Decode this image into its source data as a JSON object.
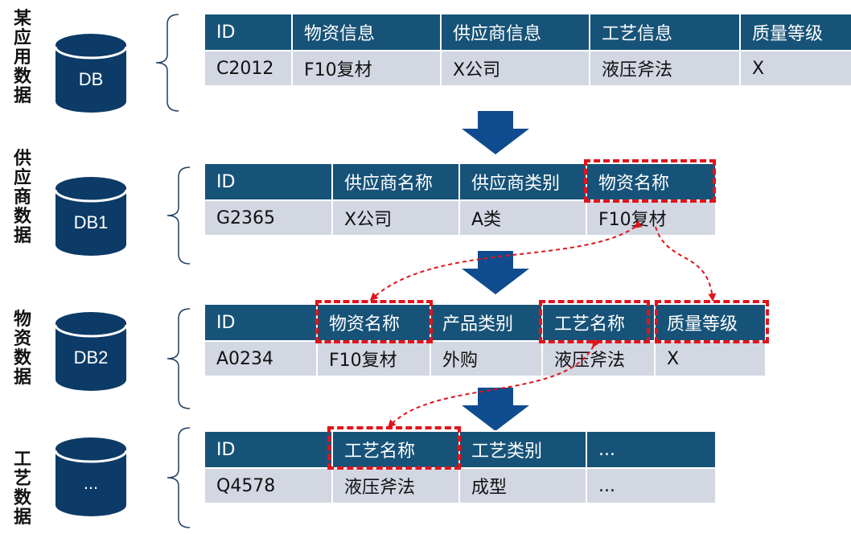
{
  "groups": [
    {
      "label": "某应用数据",
      "db": "DB",
      "columns": [
        "ID",
        "物资信息",
        "供应商信息",
        "工艺信息",
        "质量等级"
      ],
      "row": [
        "C2012",
        "F10复材",
        "X公司",
        "液压斧法",
        "X"
      ]
    },
    {
      "label": "供应商数据",
      "db": "DB1",
      "columns": [
        "ID",
        "供应商名称",
        "供应商类别",
        "物资名称"
      ],
      "row": [
        "G2365",
        "X公司",
        "A类",
        "F10复材"
      ]
    },
    {
      "label": "物资数据",
      "db": "DB2",
      "columns": [
        "ID",
        "物资名称",
        "产品类别",
        "工艺名称",
        "质量等级"
      ],
      "row": [
        "A0234",
        "F10复材",
        "外购",
        "液压斧法",
        "X"
      ]
    },
    {
      "label": "工艺数据",
      "db": "...",
      "columns": [
        "ID",
        "工艺名称",
        "工艺类别",
        "..."
      ],
      "row": [
        "Q4578",
        "液压斧法",
        "成型",
        "..."
      ]
    }
  ],
  "colors": {
    "header": "#175378",
    "row": "#d2d7e2",
    "database": "#0d3b67",
    "arrow": "#0f4c8f",
    "highlight": "#e0141b"
  }
}
